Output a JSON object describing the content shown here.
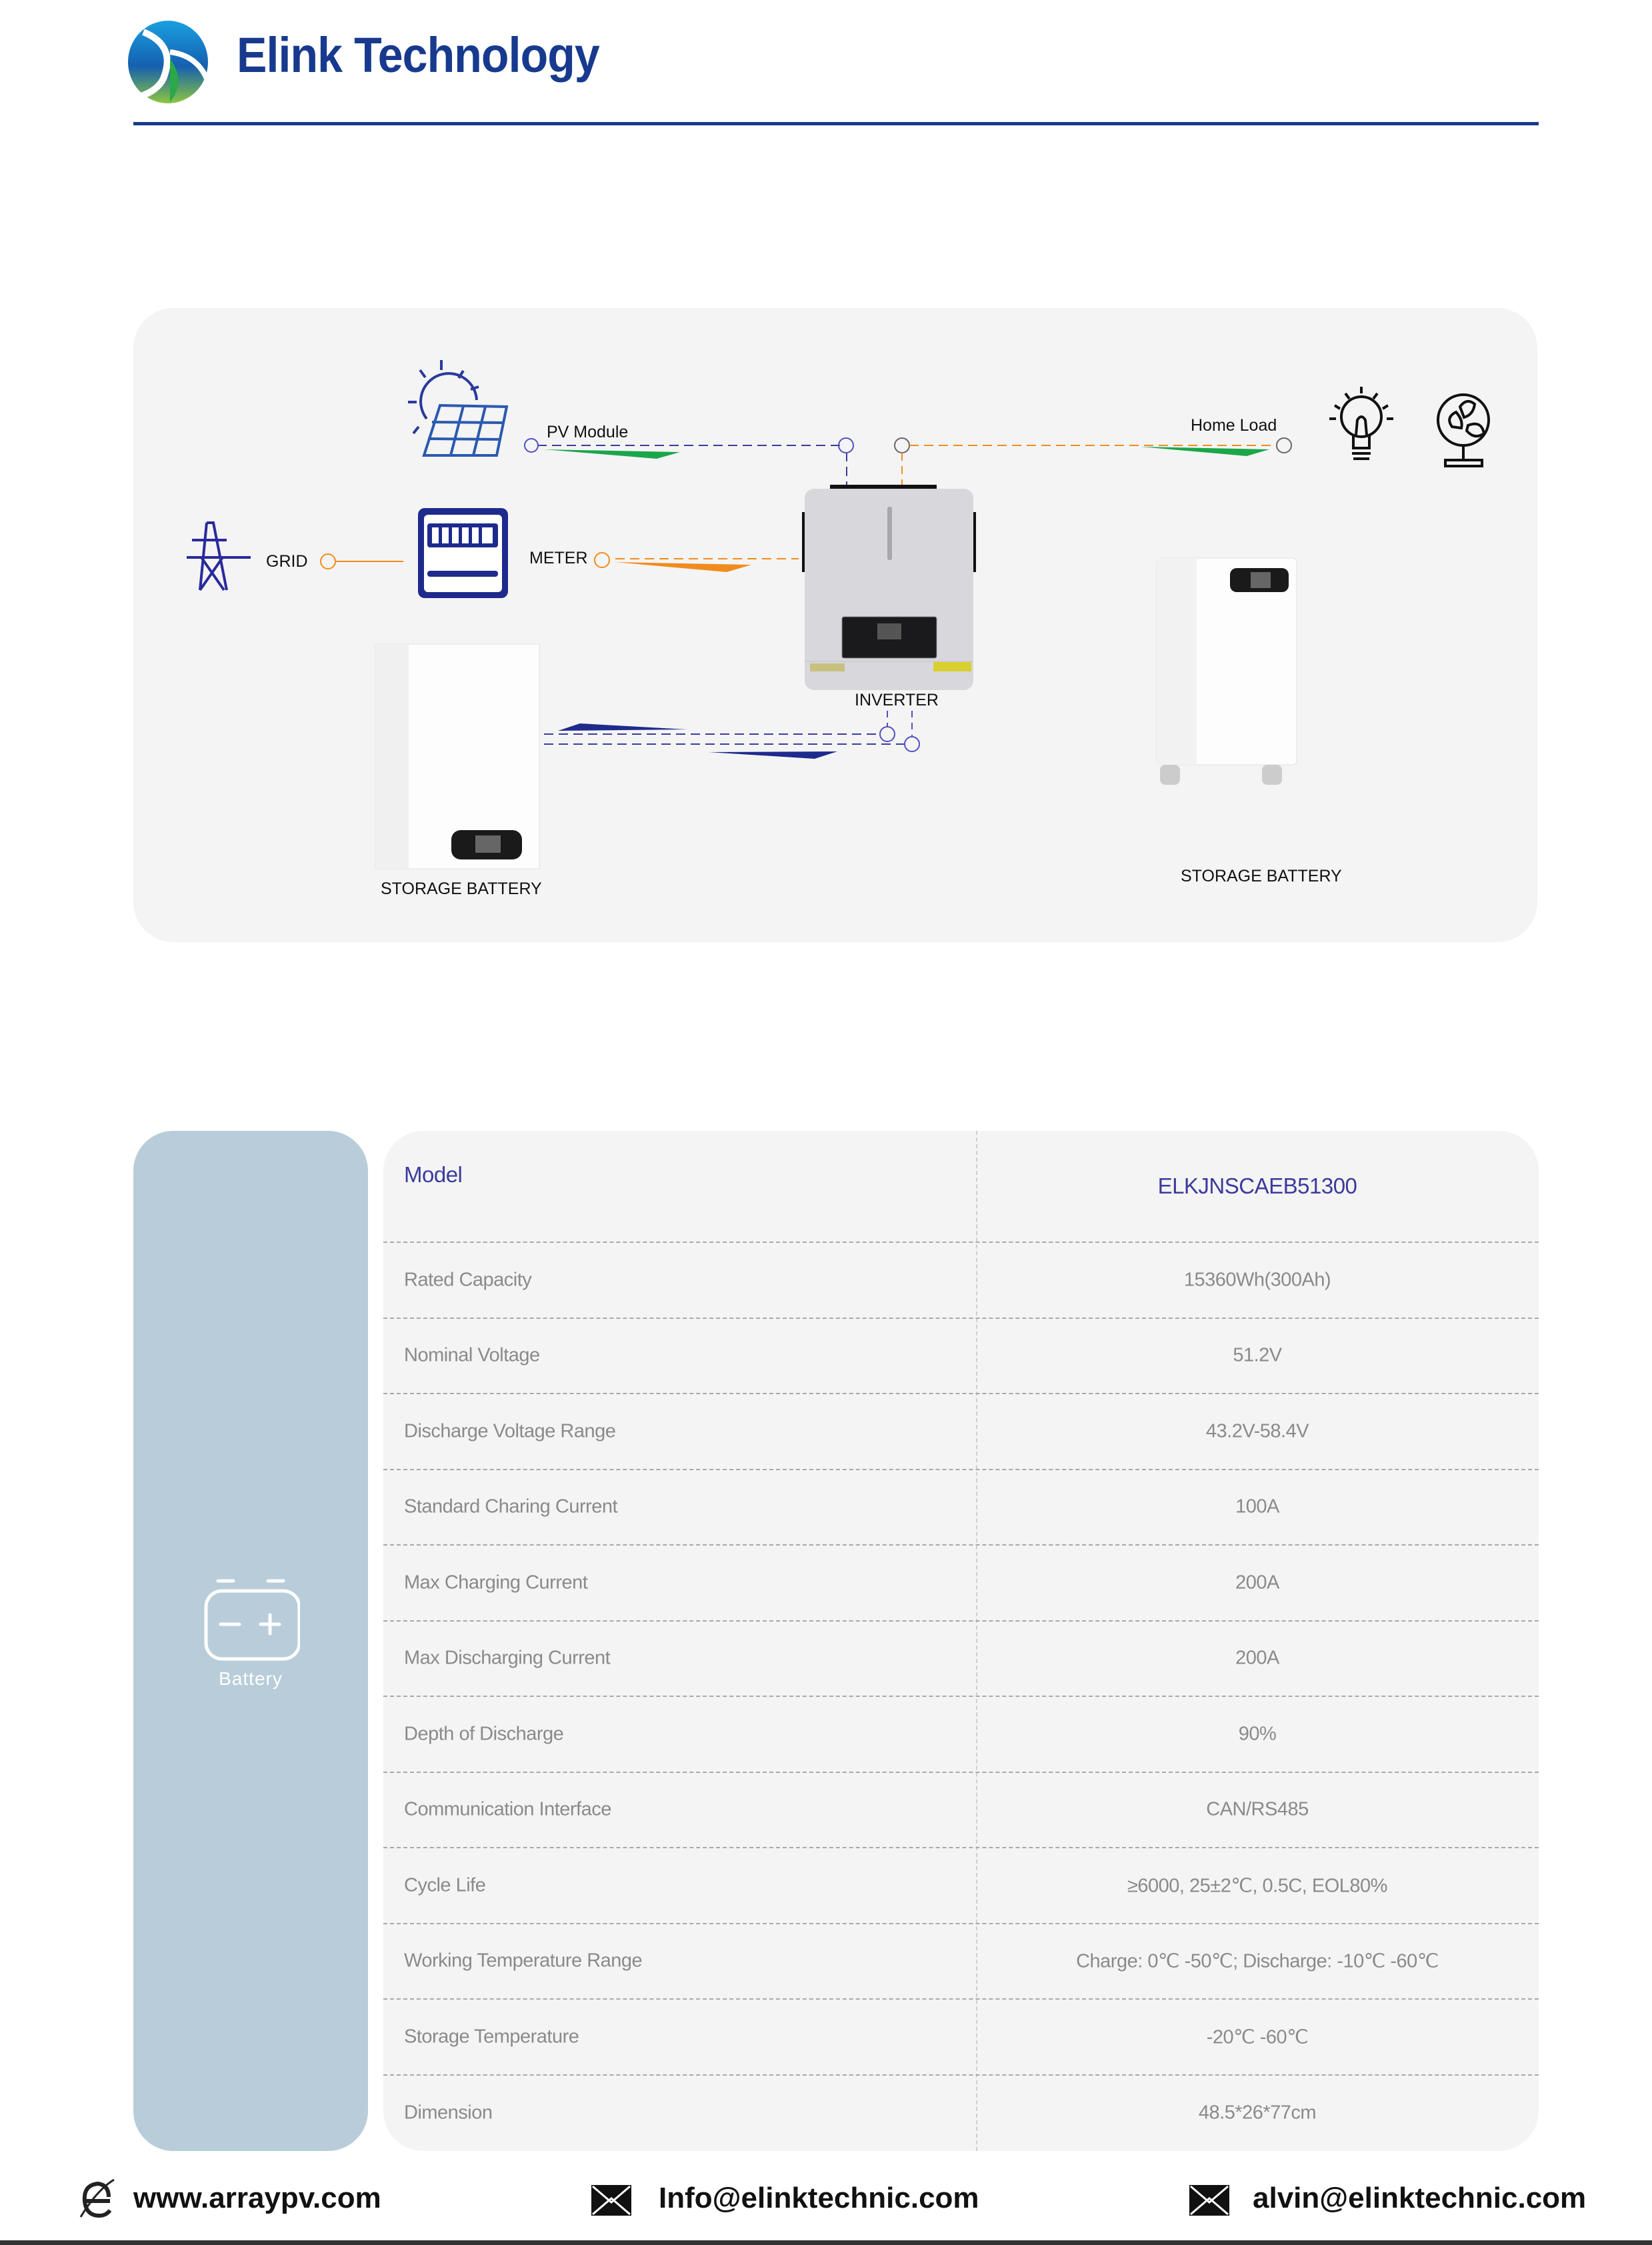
{
  "header": {
    "brand": "Elink Technology"
  },
  "diagram": {
    "pv_module": "PV Module",
    "grid": "GRID",
    "meter": "METER",
    "inverter": "INVERTER",
    "home_load": "Home Load",
    "storage_battery_left": "STORAGE BATTERY",
    "storage_battery_right": "STORAGE BATTERY",
    "colors": {
      "blue": "#3c3ca0",
      "orange": "#f08c1e",
      "green": "#1aa64a",
      "navy": "#1e2a8c"
    }
  },
  "spec": {
    "category": "Battery",
    "rows": [
      {
        "label": "Model",
        "value": "ELKJNSCAEB51300"
      },
      {
        "label": "Rated Capacity",
        "value": "15360Wh(300Ah)"
      },
      {
        "label": "Nominal Voltage",
        "value": "51.2V"
      },
      {
        "label": "Discharge Voltage Range",
        "value": "43.2V-58.4V"
      },
      {
        "label": "Standard Charing Current",
        "value": "100A"
      },
      {
        "label": "Max Charging Current",
        "value": "200A"
      },
      {
        "label": "Max Discharging Current",
        "value": "200A"
      },
      {
        "label": "Depth of Discharge",
        "value": "90%"
      },
      {
        "label": "Communication Interface",
        "value": "CAN/RS485"
      },
      {
        "label": "Cycle Life",
        "value": "≥6000, 25±2℃, 0.5C, EOL80%"
      },
      {
        "label": "Working Temperature Range",
        "value": "Charge: 0℃ -50℃; Discharge: -10℃ -60℃"
      },
      {
        "label": "Storage Temperature",
        "value": "-20℃ -60℃"
      },
      {
        "label": "Dimension",
        "value": "48.5*26*77cm"
      }
    ]
  },
  "footer": {
    "website": "www.arraypv.com",
    "email1": "Info@elinktechnic.com",
    "email2": "alvin@elinktechnic.com"
  }
}
